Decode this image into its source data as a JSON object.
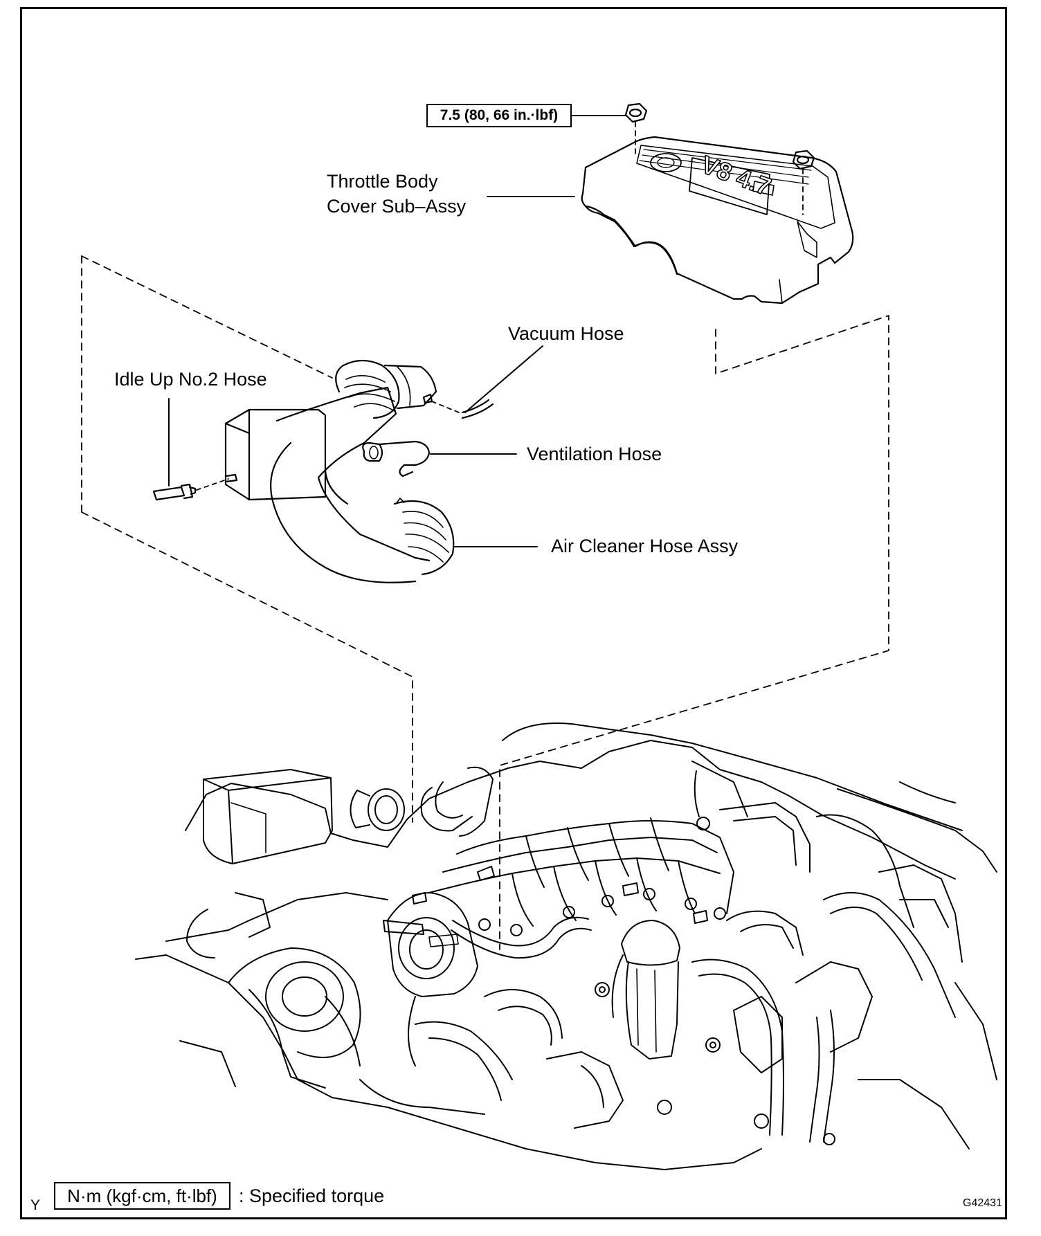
{
  "labels": {
    "torque_spec": "7.5 (80, 66 in.·lbf)",
    "throttle_body_cover_line1": "Throttle Body",
    "throttle_body_cover_line2": "Cover Sub–Assy",
    "vacuum_hose": "Vacuum Hose",
    "idle_up_hose": "Idle Up No.2 Hose",
    "ventilation_hose": "Ventilation Hose",
    "air_cleaner_hose": "Air Cleaner Hose Assy"
  },
  "cover_emblem": "V8 4.7",
  "legend": {
    "box": "N·m (kgf·cm, ft·lbf)",
    "text": ": Specified torque"
  },
  "footer": {
    "corner_mark": "Y",
    "figure_id": "G42431"
  }
}
